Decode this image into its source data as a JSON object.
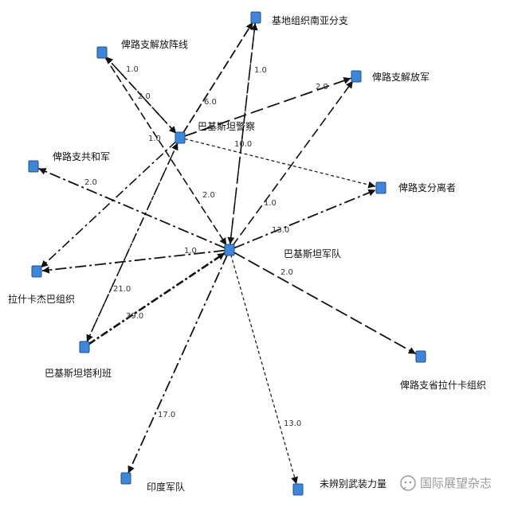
{
  "diagram": {
    "type": "directed-network",
    "colors": {
      "node_fill": "#3f86d9",
      "node_stroke": "#1f4f8f",
      "edge": "#111111",
      "label": "#111111",
      "watermark": "#9a9a9a"
    },
    "nodes": [
      {
        "id": "pak_army",
        "label": "巴基斯坦军队"
      },
      {
        "id": "pak_police",
        "label": "巴基斯坦警察"
      },
      {
        "id": "aq_south",
        "label": "基地组织南亚分支"
      },
      {
        "id": "bla_line",
        "label": "俾路支解放阵线"
      },
      {
        "id": "bla_army",
        "label": "俾路支解放军"
      },
      {
        "id": "brg",
        "label": "俾路支共和军"
      },
      {
        "id": "separatists",
        "label": "俾路支分离者"
      },
      {
        "id": "lej",
        "label": "拉什卡杰巴组织"
      },
      {
        "id": "ttp",
        "label": "巴基斯坦塔利班"
      },
      {
        "id": "let_bal",
        "label": "俾路支省拉什卡组织"
      },
      {
        "id": "indian_army",
        "label": "印度军队"
      },
      {
        "id": "unknown",
        "label": "未辨别武装力量"
      }
    ],
    "edges": [
      {
        "from": "bla_line",
        "to": "pak_police",
        "label": "1.0"
      },
      {
        "from": "pak_police",
        "to": "bla_line",
        "label": "2.0"
      },
      {
        "from": "pak_police",
        "to": "aq_south",
        "label": "6.0"
      },
      {
        "from": "pak_police",
        "to": "bla_army",
        "label": "2.0"
      },
      {
        "from": "aq_south",
        "to": "pak_army",
        "label": "1.0"
      },
      {
        "from": "pak_police",
        "to": "separatists",
        "label": ""
      },
      {
        "from": "ttp",
        "to": "pak_police",
        "label": ""
      },
      {
        "from": "pak_police",
        "to": "lej",
        "label": "1.0"
      },
      {
        "from": "bla_line",
        "to": "pak_army",
        "label": "2.0"
      },
      {
        "from": "pak_army",
        "to": "aq_south",
        "label": "10.0"
      },
      {
        "from": "pak_army",
        "to": "bla_army",
        "label": "1.0"
      },
      {
        "from": "pak_army",
        "to": "separatists",
        "label": "13.0"
      },
      {
        "from": "pak_army",
        "to": "brg",
        "label": "2.0"
      },
      {
        "from": "pak_army",
        "to": "lej",
        "label": "1.0"
      },
      {
        "from": "ttp",
        "to": "pak_army",
        "label": "39.0"
      },
      {
        "from": "pak_police",
        "to": "ttp",
        "label": "21.0"
      },
      {
        "from": "pak_army",
        "to": "let_bal",
        "label": "2.0"
      },
      {
        "from": "pak_army",
        "to": "indian_army",
        "label": "17.0"
      },
      {
        "from": "pak_army",
        "to": "unknown",
        "label": "13.0"
      }
    ]
  },
  "watermark": {
    "text": "国际展望杂志",
    "icon": "wechat-icon"
  }
}
